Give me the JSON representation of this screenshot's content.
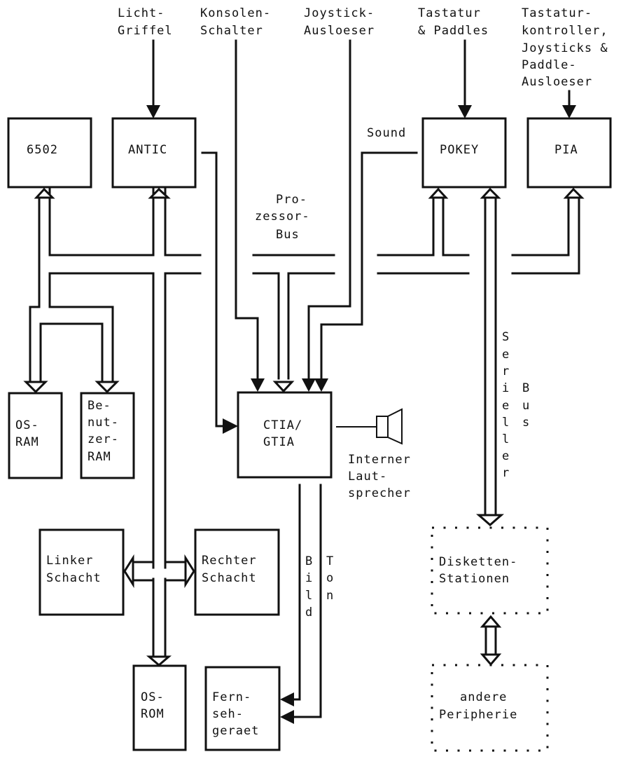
{
  "diagram": {
    "title": "Atari 400/800 Blockschaltbild",
    "inputs": {
      "lichtgriffel": [
        "Licht-",
        "Griffel"
      ],
      "konsolenschalter": [
        "Konsolen-",
        "Schalter"
      ],
      "joystick_ausloeser": [
        "Joystick-",
        "Ausloeser"
      ],
      "tastatur_paddles": [
        "Tastatur",
        "& Paddles"
      ],
      "pia_inputs": [
        "Tastatur-",
        "kontroller,",
        "Joysticks &",
        "Paddle-",
        "Ausloeser"
      ]
    },
    "chips": {
      "cpu": "6502",
      "antic": "ANTIC",
      "pokey": "POKEY",
      "pia": "PIA",
      "gtia": [
        "CTIA/",
        "GTIA"
      ]
    },
    "memory": {
      "os_ram": [
        "OS-",
        "RAM"
      ],
      "user_ram": [
        "Be-",
        "nut-",
        "zer-",
        "RAM"
      ],
      "os_rom": [
        "OS-",
        "ROM"
      ]
    },
    "slots": {
      "left": [
        "Linker",
        "Schacht"
      ],
      "right": [
        "Rechter",
        "Schacht"
      ]
    },
    "outputs": {
      "tv": [
        "Fern-",
        "seh-",
        "geraet"
      ],
      "speaker": [
        "Interner",
        "Laut-",
        "sprecher"
      ]
    },
    "labels": {
      "sound": "Sound",
      "processor_bus": [
        "Pro-",
        "zessor-",
        "Bus"
      ],
      "serial_bus_word1": [
        "S",
        "e",
        "r",
        "i",
        "e",
        "l",
        "l",
        "e",
        "r"
      ],
      "serial_bus_word2": [
        "B",
        "u",
        "s"
      ],
      "bild": [
        "B",
        "i",
        "l",
        "d"
      ],
      "ton": [
        "T",
        "o",
        "n"
      ]
    },
    "peripherals": {
      "disk_drives": [
        "Disketten-",
        "Stationen"
      ],
      "other": [
        "andere",
        "Peripherie"
      ]
    }
  }
}
